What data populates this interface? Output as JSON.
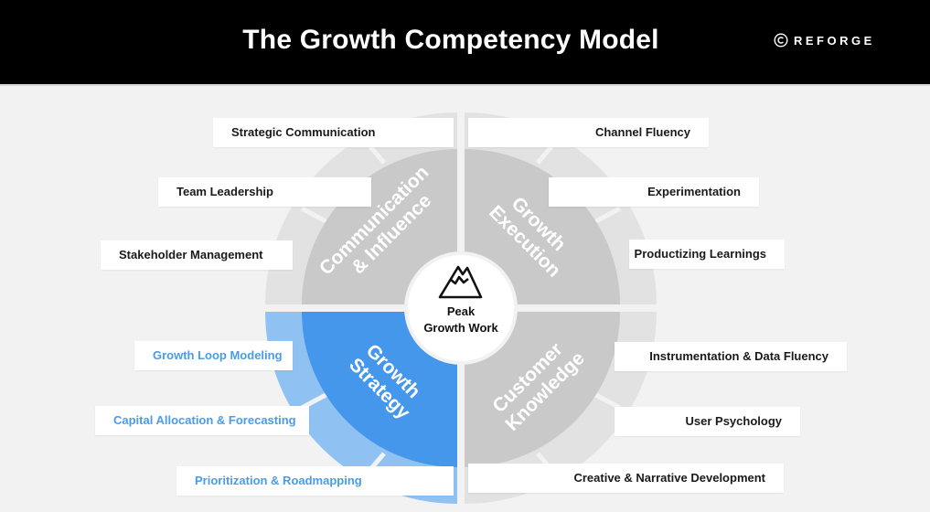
{
  "header": {
    "title": "The Growth Competency Model",
    "brand": "REFORGE",
    "brand_icon": "copyright-icon"
  },
  "center": {
    "icon": "mountain-peak-icon",
    "line1": "Peak",
    "line2": "Growth Work"
  },
  "segments": {
    "communication": [
      "Communication",
      "& Influence"
    ],
    "execution": [
      "Growth",
      "Execution"
    ],
    "strategy": [
      "Growth",
      "Strategy"
    ],
    "customer": [
      "Customer",
      "Knowledge"
    ]
  },
  "labels": {
    "strategic_communication": "Strategic Communication",
    "team_leadership": "Team Leadership",
    "stakeholder_management": "Stakeholder Management",
    "channel_fluency": "Channel Fluency",
    "experimentation": "Experimentation",
    "productizing_learnings": "Productizing Learnings",
    "growth_loop_modeling": "Growth Loop Modeling",
    "capital_allocation": "Capital Allocation & Forecasting",
    "prioritization": "Prioritization & Roadmapping",
    "instrumentation": "Instrumentation & Data Fluency",
    "user_psychology": "User Psychology",
    "creative_narrative": "Creative & Narrative Development"
  },
  "colors": {
    "header_bg": "#000000",
    "accent": "#4a9be8",
    "segment_gray": "#c8c8c8",
    "ring_gray": "#dedede",
    "highlight_blue": "#4597ec",
    "ring_blue": "#8cc0f2"
  }
}
